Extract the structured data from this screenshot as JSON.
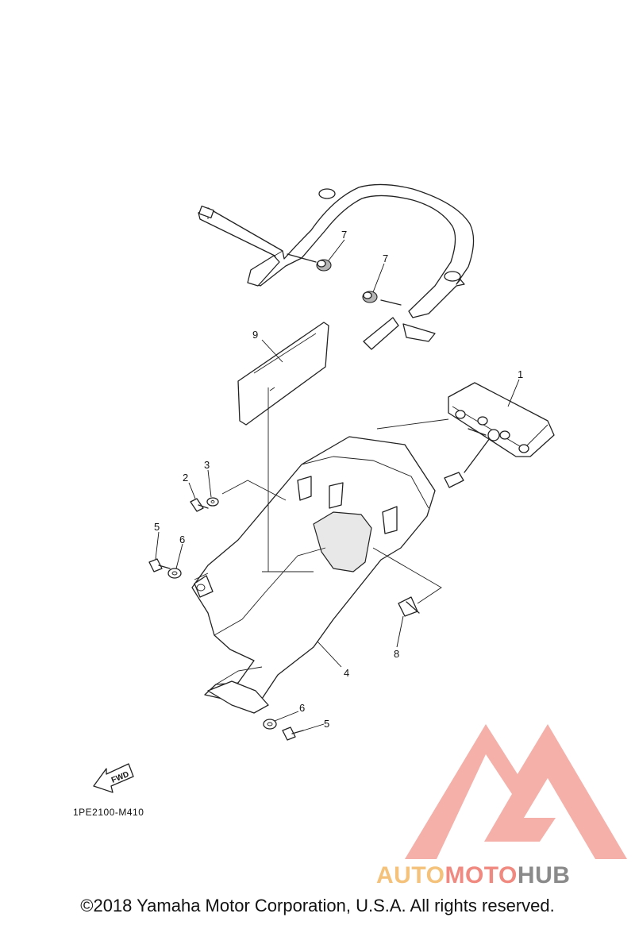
{
  "diagram": {
    "callouts": [
      {
        "id": "1",
        "label": "1"
      },
      {
        "id": "2",
        "label": "2"
      },
      {
        "id": "3",
        "label": "3"
      },
      {
        "id": "4",
        "label": "4"
      },
      {
        "id": "5a",
        "label": "5"
      },
      {
        "id": "5b",
        "label": "5"
      },
      {
        "id": "6a",
        "label": "6"
      },
      {
        "id": "6b",
        "label": "6"
      },
      {
        "id": "7a",
        "label": "7"
      },
      {
        "id": "7b",
        "label": "7"
      },
      {
        "id": "8",
        "label": "8"
      },
      {
        "id": "9",
        "label": "9"
      }
    ],
    "fwd_label": "FWD",
    "drawing_code": "1PE2100-M410",
    "copyright": "©2018 Yamaha Motor Corporation, U.S.A. All rights reserved."
  },
  "watermark": {
    "part1": "AUTO",
    "part2": "MOTO",
    "part3": "HUB",
    "colors": {
      "auto": "#f4c27a",
      "moto": "#f08a80",
      "hub": "#8a8a8a",
      "logo": "#f2a29a"
    }
  }
}
